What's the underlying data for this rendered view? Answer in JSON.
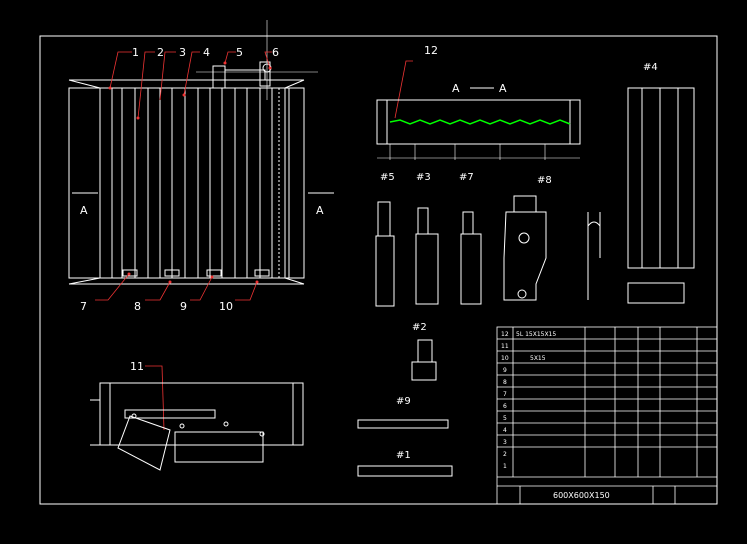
{
  "callouts": {
    "c1": "1",
    "c2": "2",
    "c3": "3",
    "c4": "4",
    "c5": "5",
    "c6": "6",
    "c7": "7",
    "c8": "8",
    "c9": "9",
    "c10": "10",
    "c11": "11",
    "c12": "12"
  },
  "section_labels": {
    "left_a": "A",
    "right_a": "A",
    "section_aa_left": "A",
    "section_aa_right": "A"
  },
  "part_tags": {
    "p4": "#4",
    "p5": "#5",
    "p3": "#3",
    "p7": "#7",
    "p8": "#8",
    "p2": "#2",
    "p9": "#9",
    "p1": "#1"
  },
  "title_block": {
    "rows": [
      {
        "no": "12",
        "desc": "5L 15X15X15"
      },
      {
        "no": "11",
        "desc": ""
      },
      {
        "no": "10",
        "desc": "5X15"
      },
      {
        "no": "9",
        "desc": ""
      },
      {
        "no": "8",
        "desc": ""
      },
      {
        "no": "7",
        "desc": ""
      },
      {
        "no": "6",
        "desc": ""
      },
      {
        "no": "5",
        "desc": ""
      },
      {
        "no": "4",
        "desc": ""
      },
      {
        "no": "3",
        "desc": ""
      },
      {
        "no": "2",
        "desc": ""
      },
      {
        "no": "1",
        "desc": ""
      }
    ],
    "size_label": "600X600X150"
  }
}
